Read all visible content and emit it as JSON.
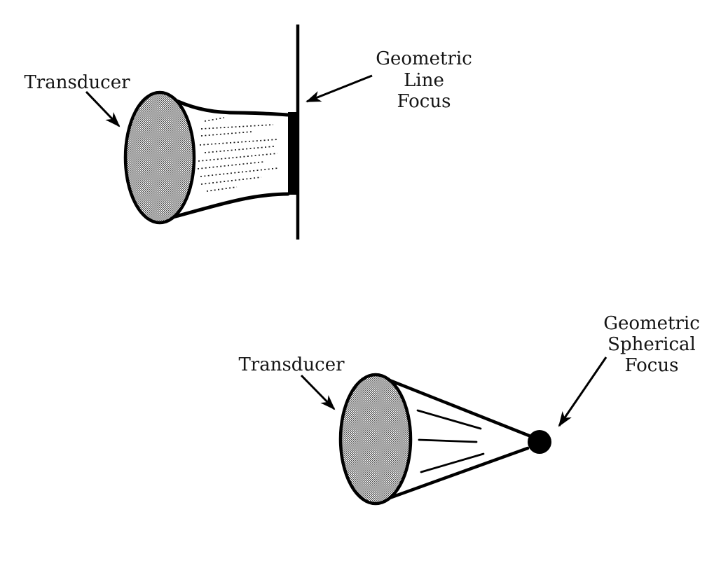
{
  "canvas": {
    "background": "#ffffff",
    "ink": "#000000",
    "stipple_tone": "#4d4d4d"
  },
  "top_diagram": {
    "transducer_label": "Transducer",
    "focus_label": {
      "line1": "Geometric",
      "line2": "Line",
      "line3": "Focus"
    }
  },
  "bottom_diagram": {
    "transducer_label": "Transducer",
    "focus_label": {
      "line1": "Geometric",
      "line2": "Spherical",
      "line3": "Focus"
    }
  }
}
